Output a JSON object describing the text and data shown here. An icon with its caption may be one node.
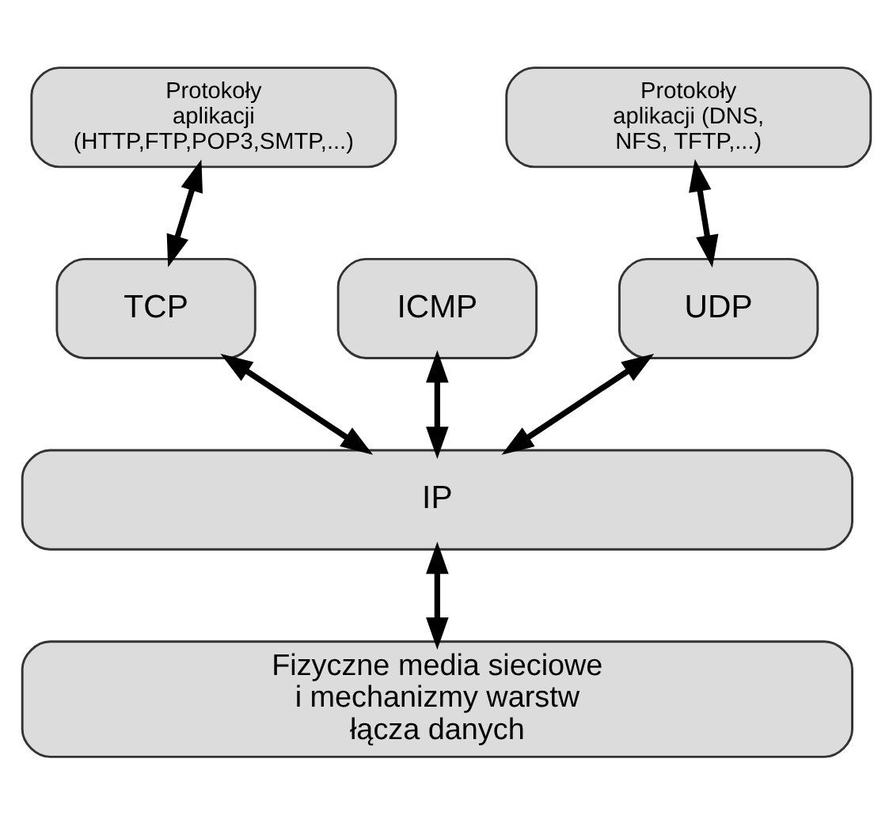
{
  "diagram": {
    "nodes": [
      {
        "text": [
          "Protokoły aplikacji (HTTP,FTP,POP3,SMTP,...)"
        ]
      },
      {
        "text": [
          "Protokoły aplikacji (DNS, NFS, TFTP,...)"
        ]
      },
      {
        "text": [
          "TCP"
        ]
      },
      {
        "text": [
          "ICMP"
        ]
      },
      {
        "text": [
          "UDP"
        ]
      },
      {
        "text": [
          "IP"
        ]
      },
      {
        "text": [
          "Fizyczne media sieciowe i mechanizmy warstw łącza danych"
        ]
      }
    ],
    "edges": [
      {
        "from": 0,
        "to": 2,
        "arrow": "both"
      },
      {
        "from": 1,
        "to": 4,
        "arrow": "both"
      },
      {
        "from": 2,
        "to": 5,
        "arrow": "both"
      },
      {
        "from": 3,
        "to": 5,
        "arrow": "both"
      },
      {
        "from": 4,
        "to": 5,
        "arrow": "both"
      },
      {
        "from": 5,
        "to": 6,
        "arrow": "both"
      }
    ]
  }
}
